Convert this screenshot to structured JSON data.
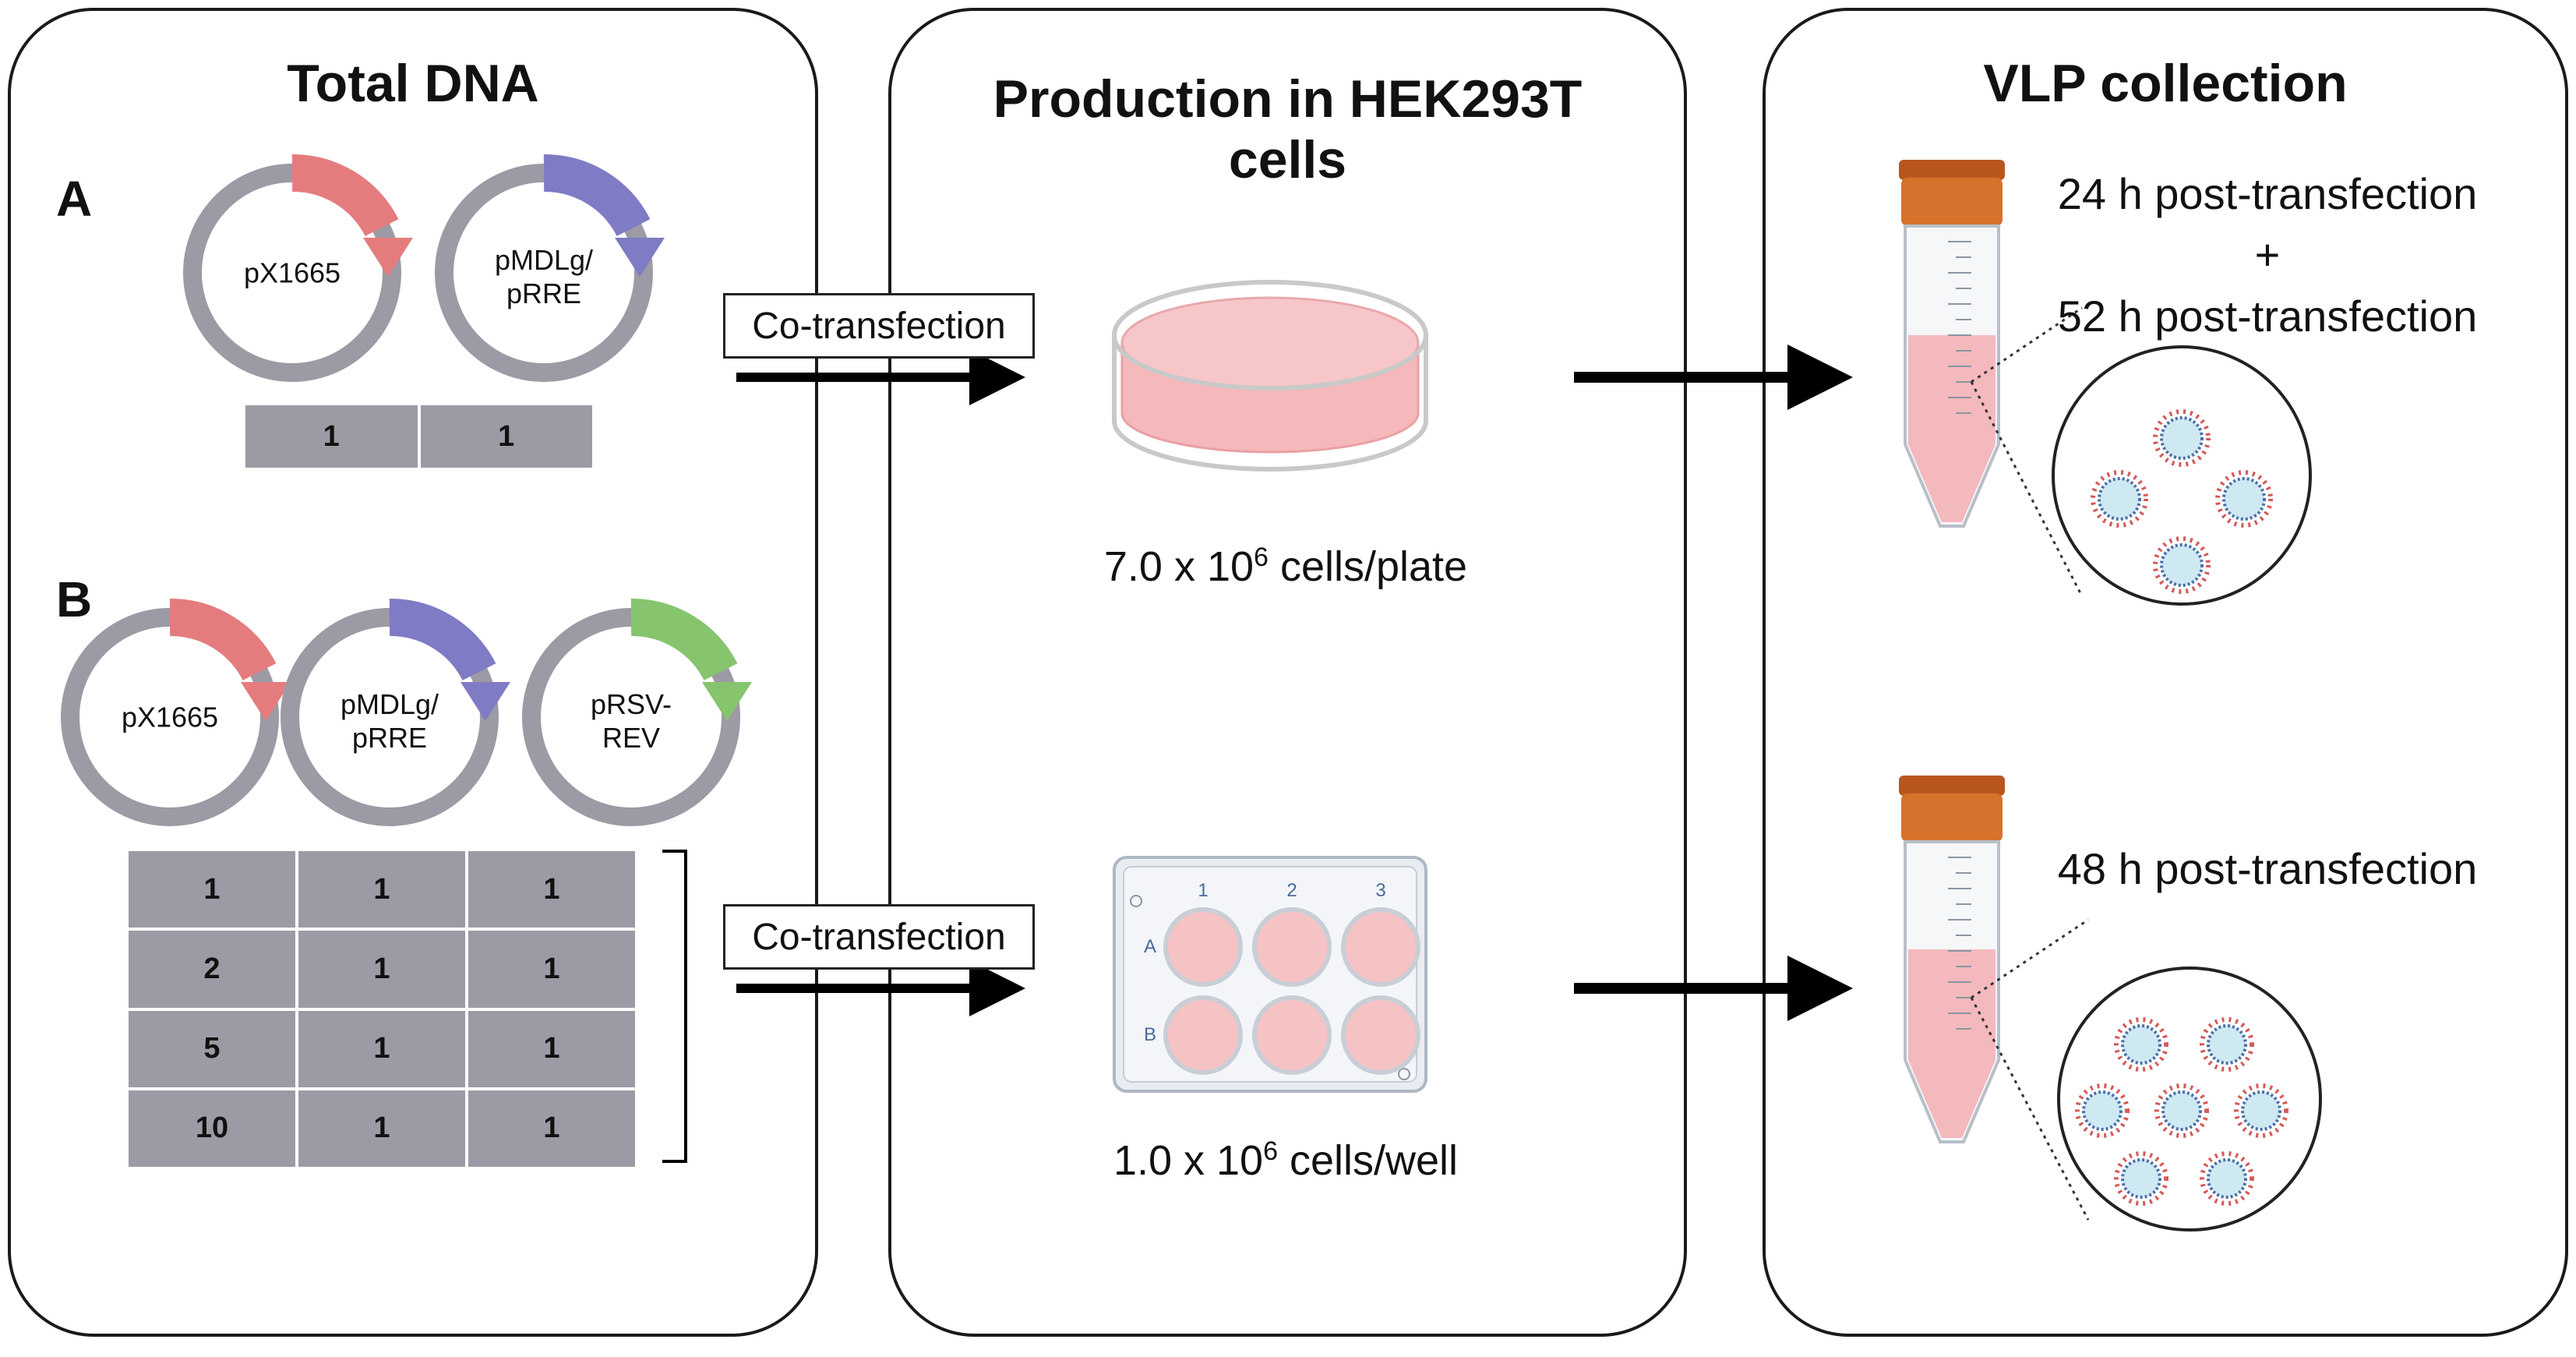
{
  "panels": {
    "left_title": "Total DNA",
    "middle_title_line1": "Production in HEK293T",
    "middle_title_line2": "cells",
    "right_title": "VLP collection"
  },
  "section_a": {
    "letter": "A",
    "plasmids": [
      {
        "line1": "pX1665",
        "line2": "",
        "arc_color": "#e47c7e"
      },
      {
        "line1": "pMDLg/",
        "line2": "pRRE",
        "arc_color": "#7f7bc4"
      }
    ],
    "ratio": [
      "1",
      "1"
    ]
  },
  "section_b": {
    "letter": "B",
    "plasmids": [
      {
        "line1": "pX1665",
        "line2": "",
        "arc_color": "#e47c7e"
      },
      {
        "line1": "pMDLg/",
        "line2": "pRRE",
        "arc_color": "#7f7bc4"
      },
      {
        "line1": "pRSV-",
        "line2": "REV",
        "arc_color": "#86c46e"
      }
    ],
    "ratios": [
      [
        "1",
        "1",
        "1"
      ],
      [
        "2",
        "1",
        "1"
      ],
      [
        "5",
        "1",
        "1"
      ],
      [
        "10",
        "1",
        "1"
      ]
    ]
  },
  "cotransfection_label": "Co-transfection",
  "dish": {
    "caption_prefix": "7.0 x 10",
    "caption_exp": "6",
    "caption_suffix": " cells/plate"
  },
  "plate": {
    "caption_prefix": "1.0 x 10",
    "caption_exp": "6",
    "caption_suffix": " cells/well",
    "columns": [
      "1",
      "2",
      "3"
    ],
    "rows": [
      "A",
      "B"
    ]
  },
  "collection_top": {
    "line1": "24 h post-transfection",
    "line2": "+",
    "line3": "52 h post-transfection"
  },
  "collection_bottom": {
    "line1": "48 h post-transfection"
  },
  "colors": {
    "plasmid_ring": "#9c9aa4",
    "media_pink": "#f7c6c8",
    "tube_cap": "#d7722c",
    "virion_fill": "#cfe9f2"
  }
}
